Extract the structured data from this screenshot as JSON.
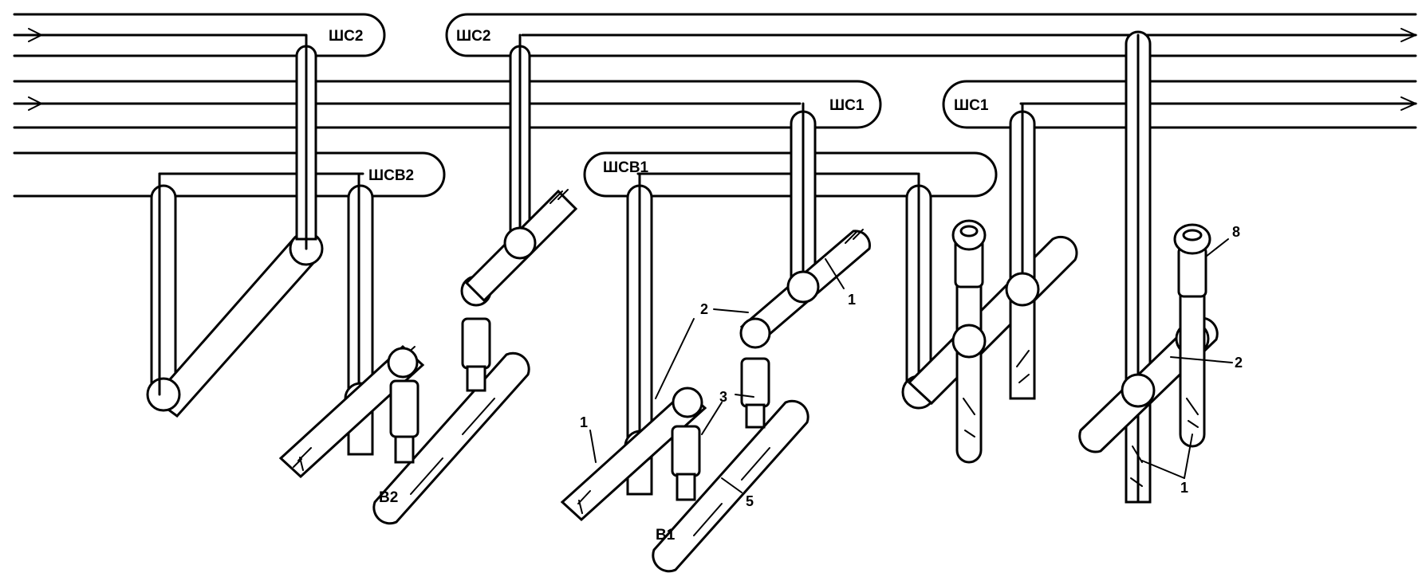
{
  "diagram": {
    "bus_labels": {
      "shs2_left": "ШС2",
      "shs2_right": "ШС2",
      "shs1_left": "ШС1",
      "shs1_right": "ШС1",
      "shsv2": "ШСВ2",
      "shsv1": "ШСВ1"
    },
    "switch_labels": {
      "b2": "В2",
      "b1": "В1"
    },
    "callouts": {
      "n1_a": "1",
      "n1_b": "1",
      "n1_c": "1",
      "n2_a": "2",
      "n2_b": "2",
      "n3": "3",
      "n5": "5",
      "n8": "8"
    }
  },
  "colors": {
    "ink": "#000000",
    "paper": "#ffffff"
  }
}
